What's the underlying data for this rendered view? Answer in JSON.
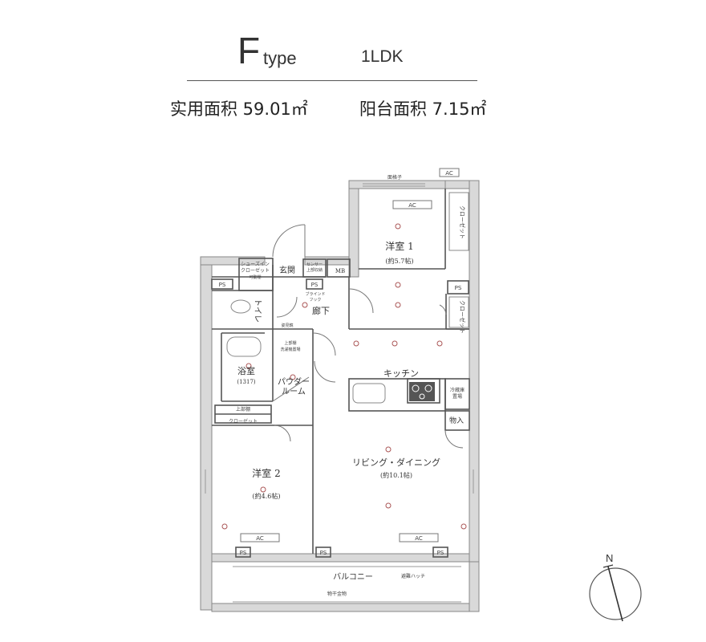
{
  "header": {
    "type_letter": "F",
    "type_word": "type",
    "layout": "1LDK",
    "practical_area": "实用面积 59.01㎡",
    "balcony_area": "阳台面积 7.15㎡"
  },
  "rooms": {
    "western1": "洋室 1",
    "western1_size": "(約5.7帖)",
    "western2": "洋室 2",
    "western2_size": "(約4.6帖)",
    "ldk": "リビング・ダイニング",
    "ldk_size": "(約10.1帖)",
    "kitchen": "キッチン",
    "bath": "浴室",
    "bath_size": "(1317)",
    "powder": "パウダー",
    "powder2": "ルーム",
    "toilet": "トイレ",
    "hall": "廊下",
    "entrance": "玄関",
    "mb": "MB",
    "storage": "物入",
    "balcony": "バルコニー"
  },
  "fixtures": {
    "ac": "AC",
    "ps": "PS",
    "closet": "クローゼット",
    "upper_shelf": "上部棚",
    "shoes_in_closet": "シューズイン",
    "shoes_in_closet2": "クローゼット",
    "movable_shelf": "可動棚",
    "sensor": "センサー",
    "sensor2": "上部収納",
    "blind_hook": "ブラインド",
    "blind_hook2": "フック",
    "fridge": "冷蔵庫",
    "fridge2": "置場",
    "hanging": "物干金物",
    "evac_hatch": "避難ハッチ",
    "bars": "面格子",
    "towel_bar": "姿見鏡",
    "upper_storage": "上部棚",
    "washer": "洗濯機置場",
    "upper_closet": "上部棚",
    "upper_closet_label": "クローゼット"
  },
  "compass": {
    "north": "N"
  }
}
